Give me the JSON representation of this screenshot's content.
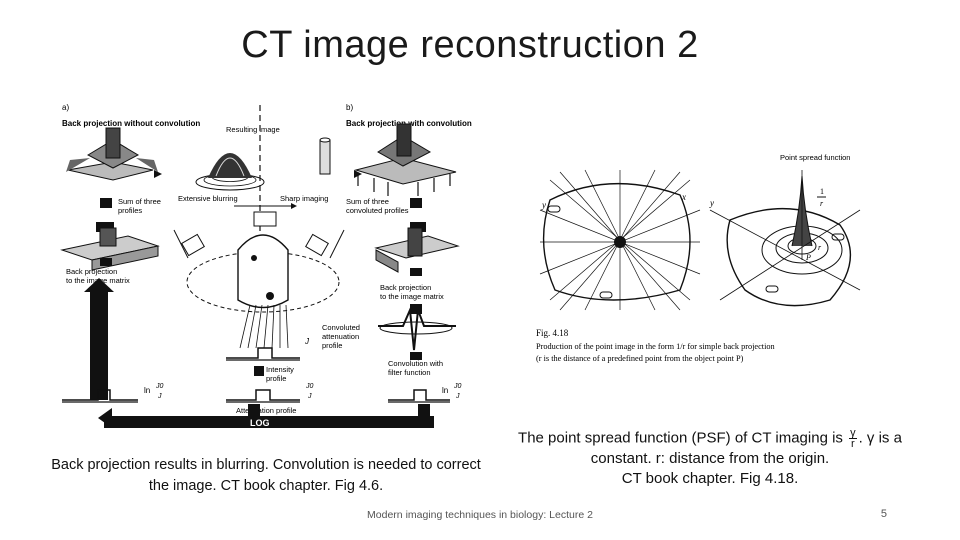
{
  "slide": {
    "title": "CT image reconstruction 2",
    "footer": "Modern imaging techniques in biology: Lecture 2",
    "page_number": "5"
  },
  "figure_left": {
    "panel_a_letter": "a)",
    "panel_b_letter": "b)",
    "heading_a": "Back projection without convolution",
    "heading_b": "Back projection with convolution",
    "resulting_image": "Resulting image",
    "extensive_blurring": "Extensive blurring",
    "sharp_imaging": "Sharp imaging",
    "sum_three_line1": "Sum of three",
    "sum_three_line2": "profiles",
    "sum_conv_line1": "Sum of three",
    "sum_conv_line2": "convoluted profiles",
    "back_proj_a_line1": "Back projection",
    "back_proj_a_line2": "to the image matrix",
    "back_proj_b_line1": "Back projection",
    "back_proj_b_line2": "to the image matrix",
    "convoluted_line1": "Convoluted",
    "convoluted_line2": "attenuation",
    "convoluted_line3": "profile",
    "conv_filter_line1": "Convolution with",
    "conv_filter_line2": "filter function",
    "intensity_line1": "Intensity",
    "intensity_line2": "profile",
    "attenuation_profile": "Attenuation profile",
    "log_label": "LOG",
    "ln_label": "ln",
    "frac_num": "J0",
    "frac_den": "J",
    "j_label": "J"
  },
  "figure_right": {
    "psf_label": "Point spread function",
    "fig_label": "Fig. 4.18",
    "caption_line1": "Production of the point image in the form 1/r for simple back projection",
    "caption_line2": "(r is the distance of a predefined point from the object point P)",
    "y_label": "y",
    "x_label": "x",
    "p_label": "P",
    "r_label": "r",
    "psf_num": "1",
    "psf_den": "r"
  },
  "caption_left": "Back projection results in blurring. Convolution is needed to correct the image. CT book chapter. Fig 4.6.",
  "caption_right": {
    "before_frac": "The point spread function (PSF) of CT imaging is",
    "frac_num": "γ",
    "frac_den": "r",
    "after_frac": ". γ is a constant. r: distance from the origin.",
    "line2": "CT book chapter. Fig 4.18."
  }
}
